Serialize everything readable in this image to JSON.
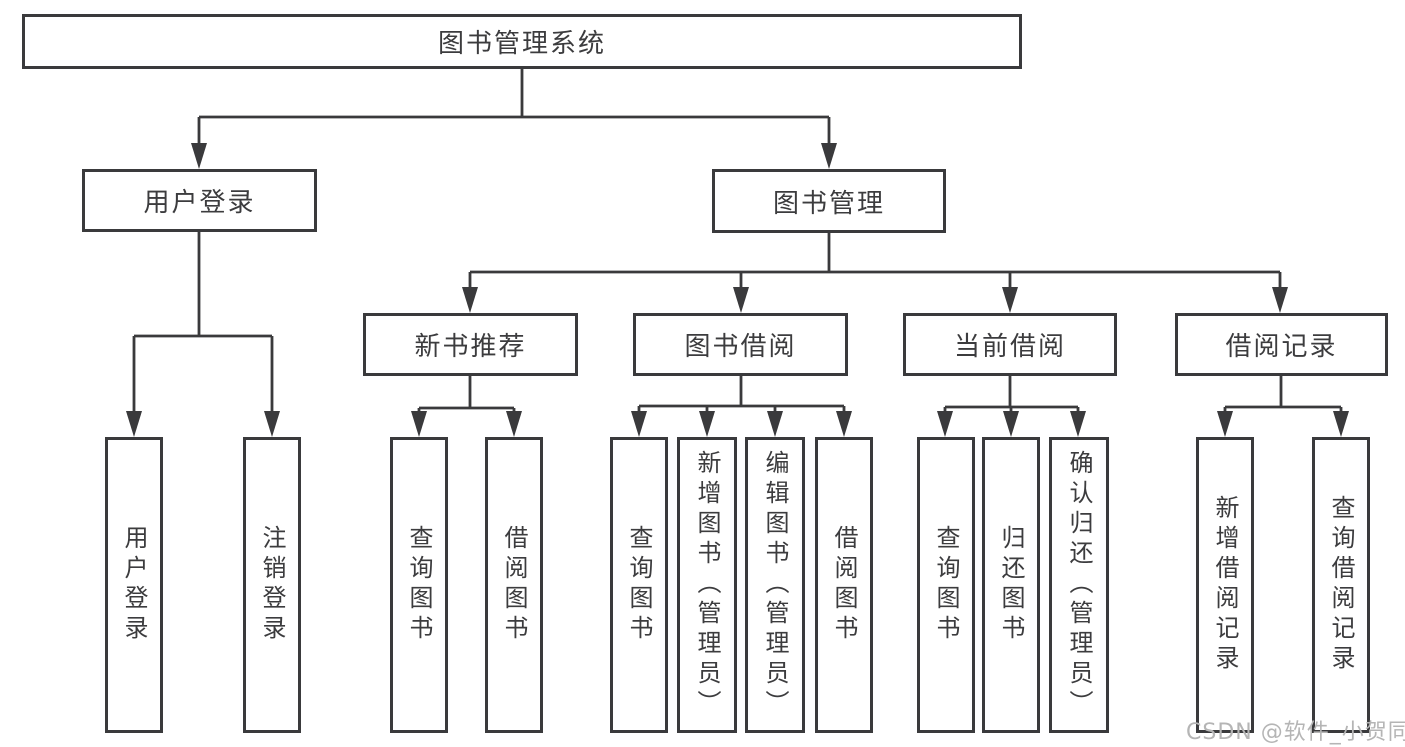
{
  "diagram": {
    "title": "图书管理系统",
    "watermark": "CSDN @软件_小贺同学",
    "colors": {
      "line": "#3a3a3c",
      "text": "#3c3c3e",
      "background": "#ffffff",
      "watermark": "#b5b5b5"
    },
    "tree": {
      "label": "图书管理系统",
      "children": [
        {
          "label": "用户登录",
          "children": [
            {
              "label": "用户登录"
            },
            {
              "label": "注销登录"
            }
          ]
        },
        {
          "label": "图书管理",
          "children": [
            {
              "label": "新书推荐",
              "children": [
                {
                  "label": "查询图书"
                },
                {
                  "label": "借阅图书"
                }
              ]
            },
            {
              "label": "图书借阅",
              "children": [
                {
                  "label": "查询图书"
                },
                {
                  "label": "新增图书（管理员）"
                },
                {
                  "label": "编辑图书（管理员）"
                },
                {
                  "label": "借阅图书"
                }
              ]
            },
            {
              "label": "当前借阅",
              "children": [
                {
                  "label": "查询图书"
                },
                {
                  "label": "归还图书"
                },
                {
                  "label": "确认归还（管理员）"
                }
              ]
            },
            {
              "label": "借阅记录",
              "children": [
                {
                  "label": "新增借阅记录"
                },
                {
                  "label": "查询借阅记录"
                }
              ]
            }
          ]
        }
      ]
    }
  }
}
